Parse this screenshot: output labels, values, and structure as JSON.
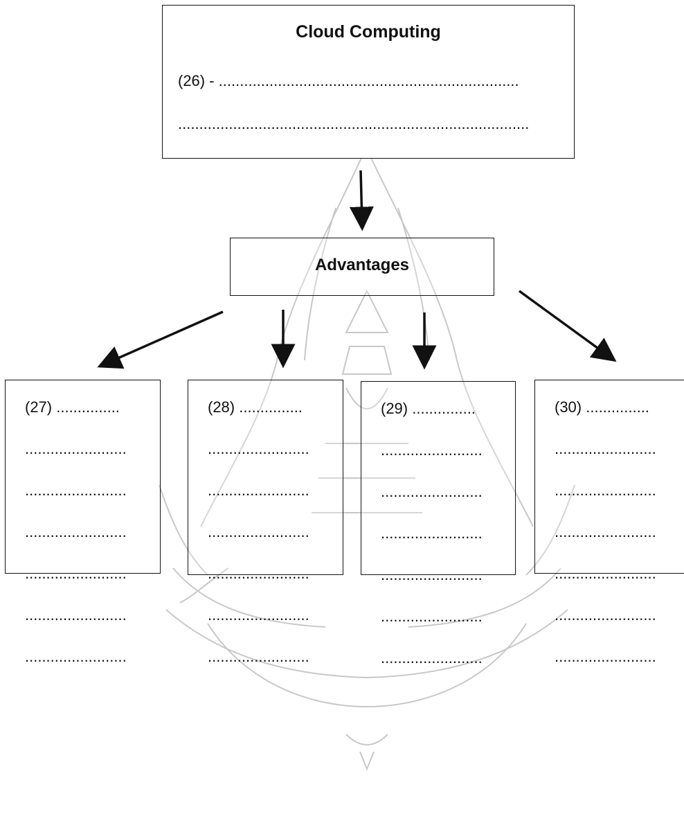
{
  "main_box": {
    "title": "Cloud Computing",
    "line1": "(26) - .......................................................................",
    "line2": "..................................................................................."
  },
  "advantages_box": {
    "label": "Advantages"
  },
  "columns": [
    {
      "header": "(27) ...............",
      "lines": [
        "........................",
        "........................",
        "........................",
        "........................",
        "........................",
        "........................"
      ]
    },
    {
      "header": "(28) ...............",
      "lines": [
        "........................",
        "........................",
        "........................",
        "........................",
        "........................",
        "........................"
      ]
    },
    {
      "header": "(29) ...............",
      "lines": [
        "........................",
        "........................",
        "........................",
        "........................",
        "........................",
        "........................"
      ]
    },
    {
      "header": "(30) ...............",
      "lines": [
        "........................",
        "........................",
        "........................",
        "........................",
        "........................",
        "........................"
      ]
    }
  ]
}
